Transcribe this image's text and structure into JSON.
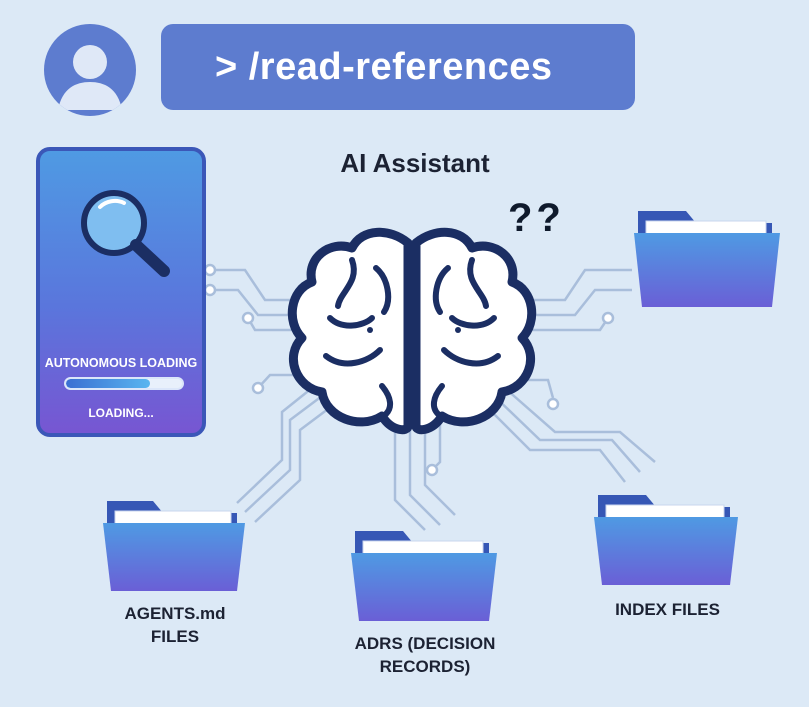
{
  "command": {
    "text": "> /read-references"
  },
  "title": "AI Assistant",
  "confusion_marks": "??",
  "phone": {
    "title": "AUTONOMOUS LOADING",
    "status": "LOADING...",
    "progress": 0.72
  },
  "folders": [
    {
      "caption_line1": "AGENTS.md",
      "caption_line2": "FILES"
    },
    {
      "caption_line1": "ADRS (DECISION",
      "caption_line2": "RECORDS)"
    },
    {
      "caption_line1": "INDEX FILES",
      "caption_line2": ""
    }
  ],
  "icons": [
    "user-icon",
    "magnifier-icon",
    "brain-icon",
    "folder-icon"
  ],
  "colors": {
    "background": "#dce9f6",
    "accent": "#5d7ccf",
    "folder_blue": "#4f8fe4",
    "brain_stroke": "#1b2e63",
    "circuit": "#a9bedb"
  }
}
